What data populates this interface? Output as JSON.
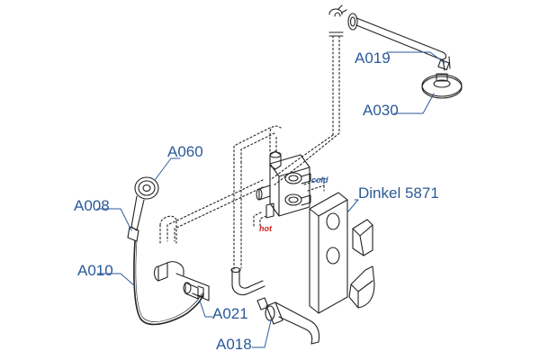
{
  "labels": {
    "a019": "A019",
    "a030": "A030",
    "a060": "A060",
    "a008": "A008",
    "a010": "A010",
    "a021": "A021",
    "a018": "A018",
    "mixer": "Dinkel 5871"
  },
  "tags": {
    "cold": "cold",
    "hot": "hot"
  },
  "colors": {
    "label": "#2a5a9a",
    "cold": "#2a5a9a",
    "hot": "#cc2222",
    "line": "#222222"
  }
}
